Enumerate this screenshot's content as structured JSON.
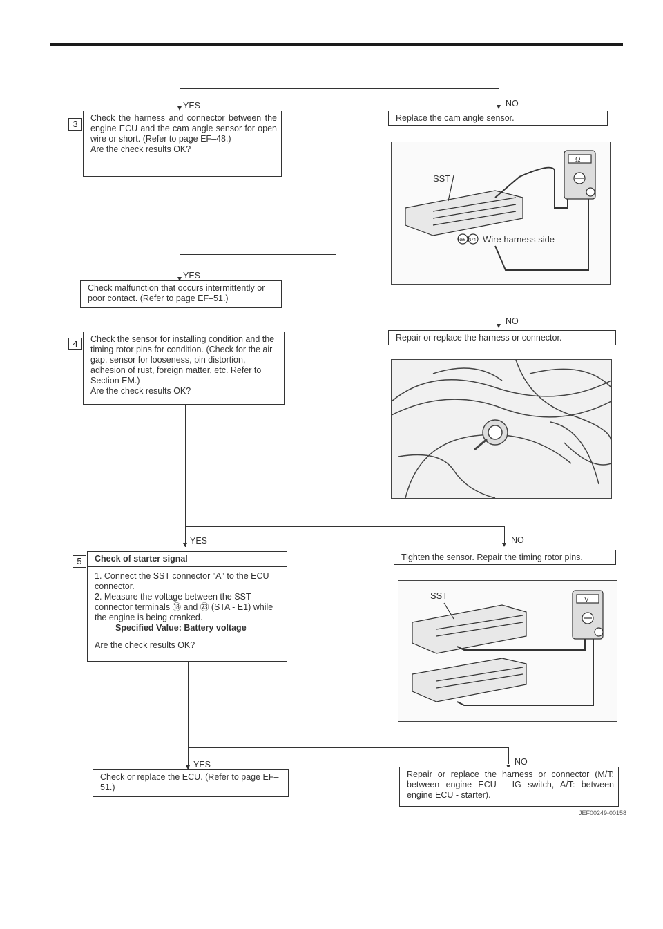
{
  "labels": {
    "yes": "YES",
    "no": "NO"
  },
  "step3": {
    "num": "3",
    "text": "Check the harness and connector between the engine ECU and the cam angle sensor for open wire or short. (Refer to page EF–48.)",
    "question": "Are the check results OK?"
  },
  "no1": {
    "text": "Replace the cam angle sensor."
  },
  "fig1": {
    "sst": "SST",
    "wire": "Wire harness side",
    "pin_a": "N66",
    "pin_b": "N74",
    "meter": "Ω"
  },
  "yes2": {
    "text": "Check malfunction that occurs intermittently or poor contact. (Refer to page EF–51.)"
  },
  "no2": {
    "text": "Repair or replace the harness or connector."
  },
  "step4": {
    "num": "4",
    "text": "Check the sensor for installing condition and the timing rotor pins for condition. (Check for the air gap, sensor for looseness, pin distortion, adhesion of rust, foreign matter, etc. Refer to Section EM.)",
    "question": "Are the check results OK?"
  },
  "step5": {
    "num": "5",
    "title": "Check of starter signal",
    "item1": "1. Connect the SST connector \"A\" to the ECU connector.",
    "item2": "2. Measure the voltage between the SST connector terminals ⑱ and ㉓ (STA - E1) while the engine is being cranked.",
    "spec": "Specified Value: Battery voltage",
    "question": "Are the check results OK?"
  },
  "no3": {
    "text": "Tighten the sensor. Repair the timing rotor pins."
  },
  "fig3": {
    "sst": "SST",
    "meter": "V"
  },
  "yes4": {
    "text": "Check or replace the ECU. (Refer to page EF–51.)"
  },
  "no4": {
    "text": "Repair or replace the harness or connector (M/T: between engine ECU - IG switch, A/T: between engine ECU - starter)."
  },
  "footer": {
    "code": "JEF00249-00158"
  }
}
